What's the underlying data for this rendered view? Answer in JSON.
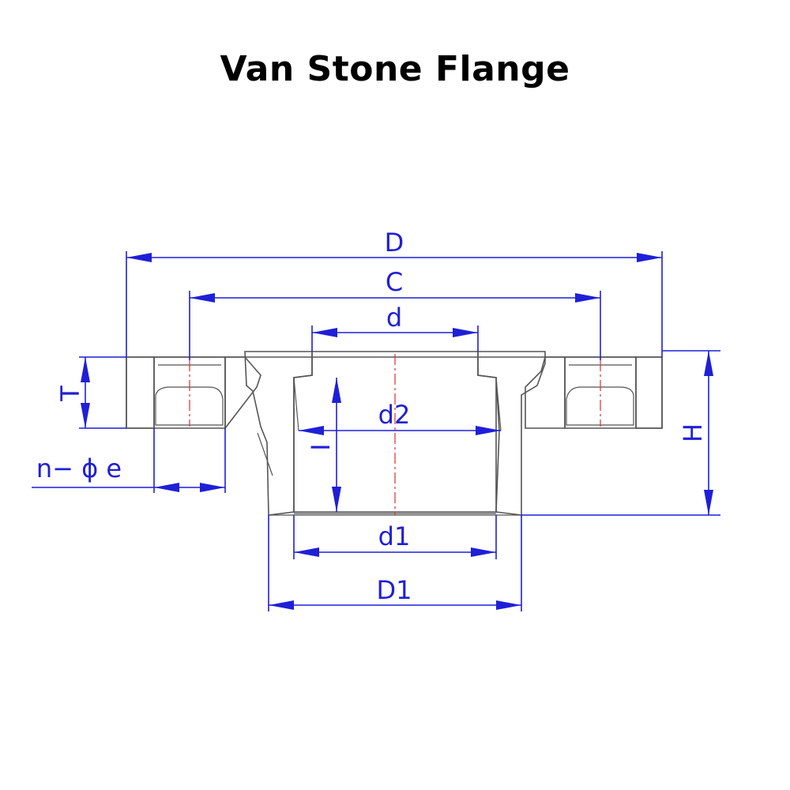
{
  "title": "Van Stone Flange",
  "dimensions": {
    "D": "D",
    "C": "C",
    "d": "d",
    "d2": "d2",
    "l": "I",
    "d1": "d1",
    "D1": "D1",
    "T": "T",
    "H": "H",
    "n_phi_e": "n− ϕ e"
  },
  "colors": {
    "dimension": "#1f1fd8",
    "centerline": "#e03030",
    "outline": "#555555",
    "hatch": "#6a6ad0"
  }
}
